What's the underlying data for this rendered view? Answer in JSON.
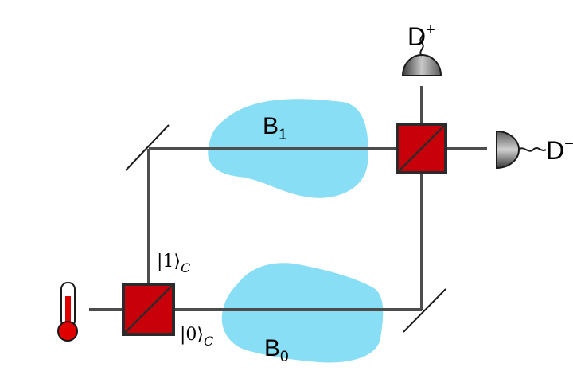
{
  "colors": {
    "beam": "#4d4d4d",
    "bath": "#87def5",
    "splitter": "#c8000a",
    "splitter_border": "#2b2b2b",
    "detector": "#888888",
    "thermometer": "#e00000"
  },
  "labels": {
    "bath_upper": "B",
    "bath_upper_sub": "1",
    "bath_lower": "B",
    "bath_lower_sub": "0",
    "detector_plus": "D",
    "detector_plus_sup": "+",
    "detector_minus": "D",
    "detector_minus_sup": "−",
    "state_one": "|1⟩",
    "state_one_sub": "C",
    "state_zero": "|0⟩",
    "state_zero_sub": "C"
  },
  "icons": {
    "thermometer": "thermometer-icon",
    "detector": "detector-icon"
  }
}
